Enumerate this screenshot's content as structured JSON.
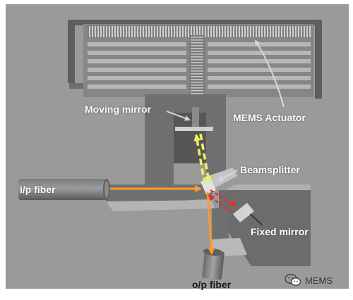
{
  "labels": {
    "moving_mirror": "Moving mirror",
    "mems_actuator": "MEMS Actuator",
    "beamsplitter": "Beamsplitter",
    "ip_fiber": "i/p fiber",
    "fixed_mirror": "Fixed mirror",
    "op_fiber": "o/p fiber"
  },
  "watermark": {
    "text": "MEMS",
    "icon": "wechat-icon"
  },
  "colors": {
    "chip": "#9a9a9a",
    "frame_dark": "#5e5e5e",
    "trench": "#6f6f6f",
    "plate": "#b7b7b7",
    "beam_orange": "#ff9a2a",
    "beam_yellow": "#f0f060",
    "beam_red": "#e23030",
    "arrow": "#d8d8d8"
  }
}
